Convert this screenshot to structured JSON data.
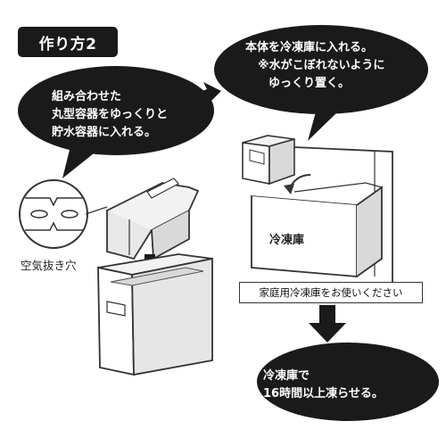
{
  "title": "作り方2",
  "bubble_left": {
    "lines": [
      "組み合わせた",
      "丸型容器をゆっくりと",
      "貯水容器に入れる。"
    ]
  },
  "bubble_right": {
    "lines": [
      "本体を冷凍庫に入れる。",
      "※水がこぼれないように",
      "ゆっくり置く。"
    ]
  },
  "labels": {
    "air_hole": "空気抜き穴",
    "freezer": "冷凍庫",
    "note": "家庭用冷凍庫をお使いください"
  },
  "bubble_bottom": {
    "lines": [
      "冷凍庫で",
      "16時間以上凍らせる。"
    ]
  },
  "colors": {
    "bubble": "#1a1a1a",
    "outline": "#333333",
    "shade": "#d9d9d9",
    "light": "#f2f2f2"
  },
  "icons": [
    "arrow-right-icon",
    "arrow-down-icon"
  ]
}
